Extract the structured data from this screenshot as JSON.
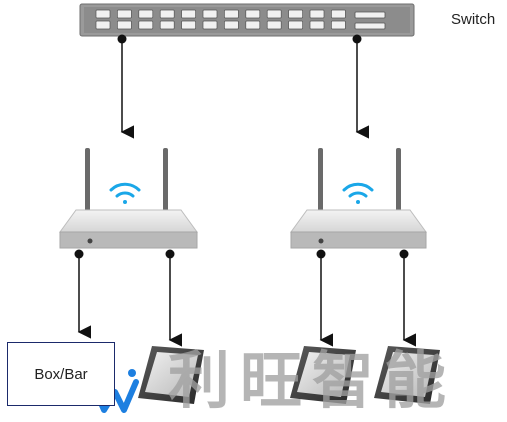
{
  "switch_label": "Switch",
  "box_label": "Box/Bar",
  "watermark_text": "利旺智能",
  "colors": {
    "switch_body": "#8c8c8c",
    "port": "#f1f1f1",
    "router_body": "#b9b9b9",
    "router_top": "#e4e4e4",
    "wifi": "#1aa7e8",
    "box_border": "#1b2a6b",
    "watermark": "#a0a0a0",
    "logo": "#1d7fe0"
  },
  "icons": [
    "switch-icon",
    "router-icon",
    "wifi-icon",
    "tablet-icon",
    "logo-icon"
  ]
}
